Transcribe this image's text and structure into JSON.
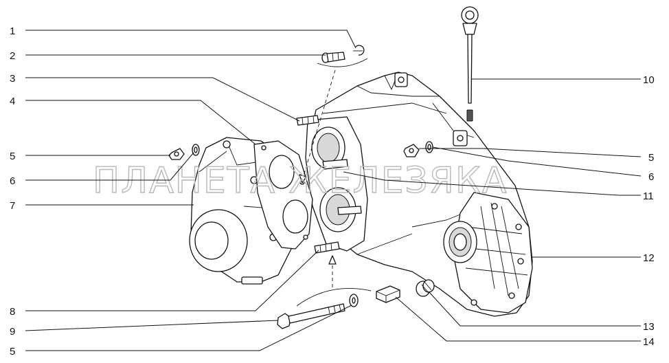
{
  "watermark": {
    "text": "ПЛАНЕТА ЖЕЛЕЗЯКА"
  },
  "callouts_left": [
    "1",
    "2",
    "3",
    "4",
    "5",
    "6",
    "7",
    "8",
    "9",
    "5"
  ],
  "callouts_right": [
    "10",
    "5",
    "6",
    "11",
    "12",
    "13",
    "14"
  ]
}
